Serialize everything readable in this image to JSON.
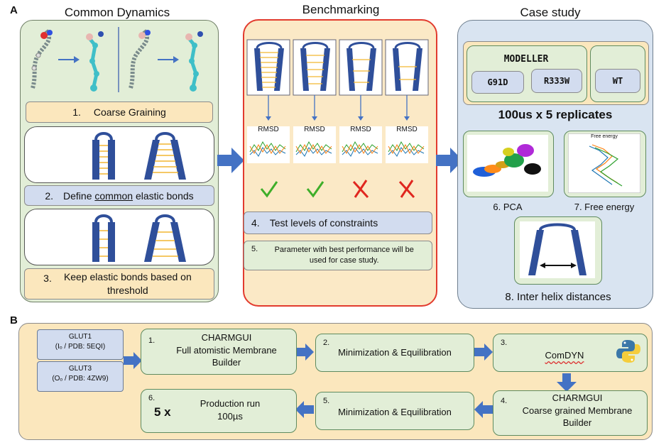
{
  "panelA": {
    "label": "A",
    "common": {
      "title": "Common Dynamics",
      "step1": {
        "num": "1.",
        "text": "Coarse Graining"
      },
      "step2": {
        "num": "2.",
        "pre": "Define ",
        "underlined": "common",
        "post": " elastic bonds"
      },
      "step3": {
        "num": "3.",
        "text": "Keep elastic bonds based on threshold"
      }
    },
    "bench": {
      "title": "Benchmarking",
      "rmsd_labels": [
        "RMSD",
        "RMSD",
        "RMSD",
        "RMSD"
      ],
      "results": [
        "pass",
        "pass",
        "fail",
        "fail"
      ],
      "step4": {
        "num": "4.",
        "text": "Test levels of constraints"
      },
      "step5": {
        "num": "5.",
        "text": "Parameter with best performance will be used for case study."
      }
    },
    "case": {
      "title": "Case study",
      "modeller": "MODELLER",
      "mutants": [
        "G91D",
        "R333W"
      ],
      "wt": "WT",
      "replicates": "100us x 5 replicates",
      "pca": "6. PCA",
      "free_energy": "7. Free energy",
      "free_energy_plot_title": "Free energy",
      "inter_helix": "8. Inter helix distances"
    }
  },
  "panelB": {
    "label": "B",
    "inputs": [
      {
        "name": "GLUT1",
        "sub": "(Iₒ / PDB: 5EQI)"
      },
      {
        "name": "GLUT3",
        "sub": "(Oₒ / PDB: 4ZW9)"
      }
    ],
    "step1": {
      "num": "1.",
      "title": "CHARMGUI",
      "text": "Full atomistic Membrane Builder"
    },
    "step2": {
      "num": "2.",
      "text": "Minimization & Equilibration"
    },
    "step3": {
      "num": "3.",
      "text": "ComDYN"
    },
    "step4": {
      "num": "4.",
      "title": "CHARMGUI",
      "text": "Coarse grained Membrane Builder"
    },
    "step5": {
      "num": "5.",
      "text": "Minimization & Equilibration"
    },
    "step6": {
      "num": "6.",
      "multiplier": "5 x",
      "text": "Production run",
      "duration": "100µs"
    }
  },
  "colors": {
    "arrow": "#4472c4",
    "helix": "#2f4f9a",
    "bonds": "#f2b632",
    "check": "#3fae2a",
    "cross": "#e0271f"
  }
}
